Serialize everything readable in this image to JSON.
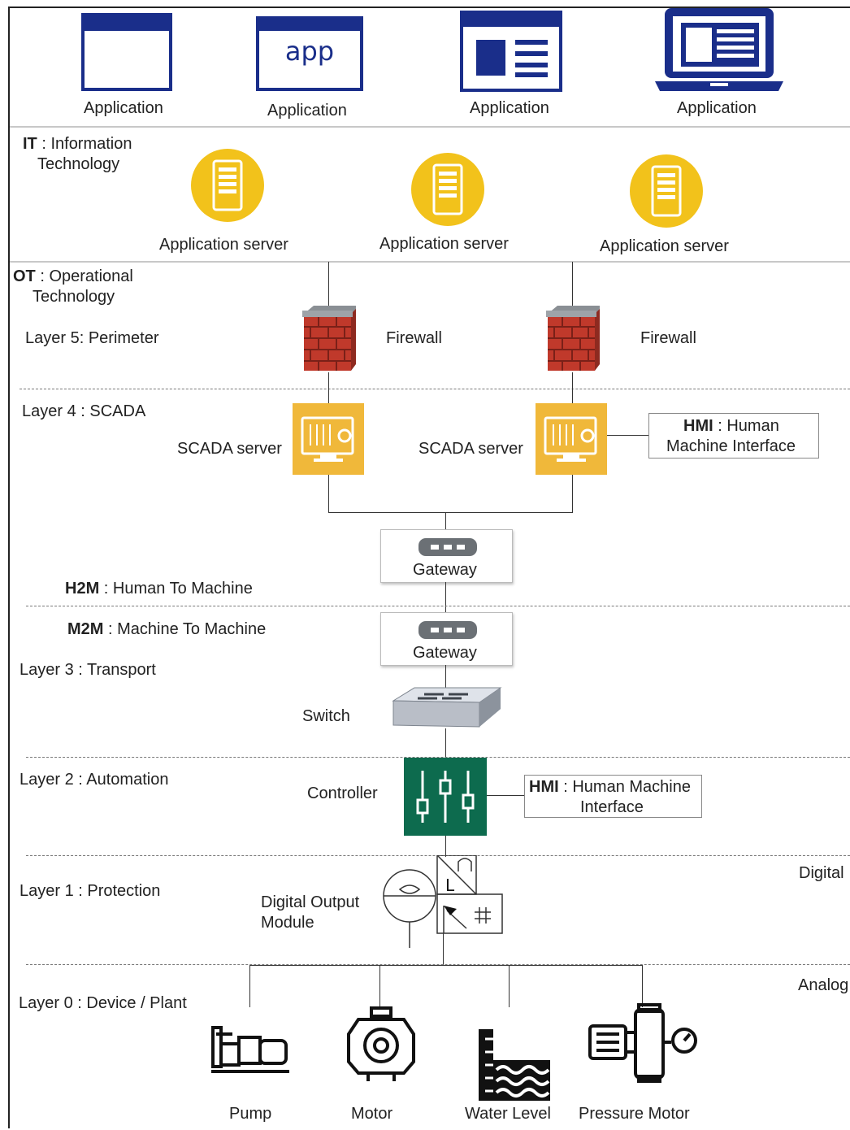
{
  "applications": [
    "Application",
    "Application",
    "Application",
    "Application"
  ],
  "app_window_text": "app",
  "it": {
    "abbr": "IT",
    "line1": " : Information",
    "line2": "Technology"
  },
  "app_servers": [
    "Application server",
    "Application server",
    "Application server"
  ],
  "ot": {
    "abbr": "OT",
    "line1": " : Operational",
    "line2": "Technology"
  },
  "layers": {
    "l5": "Layer 5: Perimeter",
    "l4": "Layer 4 : SCADA",
    "l3": "Layer 3 : Transport",
    "l2": "Layer 2 : Automation",
    "l1": "Layer 1 : Protection",
    "l0": "Layer 0 : Device / Plant"
  },
  "firewalls": [
    "Firewall",
    "Firewall"
  ],
  "scada_servers": [
    "SCADA server",
    "SCADA server"
  ],
  "hmi1": {
    "abbr": "HMI",
    "line1": " : Human",
    "line2": "Machine Interface"
  },
  "gateways": [
    "Gateway",
    "Gateway"
  ],
  "h2m": {
    "abbr": "H2M",
    "text": " : Human To Machine"
  },
  "m2m": {
    "abbr": "M2M",
    "text": " : Machine To Machine"
  },
  "switch": "Switch",
  "controller": "Controller",
  "hmi2": {
    "abbr": "HMI",
    "line1": " : Human Machine",
    "line2": "Interface"
  },
  "dom": {
    "line1": "Digital Output",
    "line2": "Module",
    "symbol_letter": "L"
  },
  "signal_types": {
    "digital": "Digital",
    "analog": "Analog"
  },
  "devices": [
    "Pump",
    "Motor",
    "Water Level",
    "Pressure Motor"
  ],
  "colors": {
    "navy": "#1a2e8a",
    "server_yellow": "#f2c21b",
    "scada_yellow": "#f0b83a",
    "controller_green": "#0d6b4e",
    "brick_red": "#c0392b"
  }
}
